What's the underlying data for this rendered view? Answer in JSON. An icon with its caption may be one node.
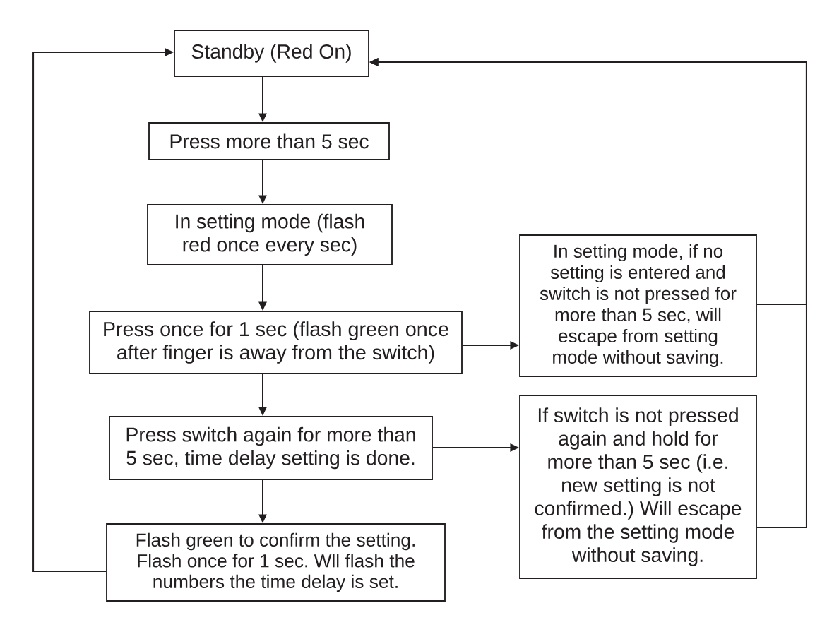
{
  "diagram": {
    "nodes": [
      {
        "text": [
          "Standby (Red On)"
        ]
      },
      {
        "text": [
          "Press more than 5 sec"
        ]
      },
      {
        "text": [
          "In setting mode (flash red once every sec)"
        ]
      },
      {
        "text": [
          "Press once for 1 sec (flash green once after finger is away from the switch)"
        ]
      },
      {
        "text": [
          "Press switch again for more than 5 sec, time delay setting is done."
        ]
      },
      {
        "text": [
          "Flash green to confirm the setting. Flash once for 1 sec. Wll flash the numbers the time delay is set."
        ]
      },
      {
        "text": [
          "In setting mode, if no setting is entered and switch is not pressed for more than 5 sec, will escape from setting mode without saving."
        ]
      },
      {
        "text": [
          "If switch is not pressed again and hold for more than 5 sec (i.e. new setting is not confirmed.) Will escape from the setting mode without saving."
        ]
      }
    ],
    "edges": [
      {
        "from": 0,
        "to": 1,
        "arrow": "to"
      },
      {
        "from": 1,
        "to": 2,
        "arrow": "to"
      },
      {
        "from": 2,
        "to": 3,
        "arrow": "to"
      },
      {
        "from": 3,
        "to": 4,
        "arrow": "to"
      },
      {
        "from": 4,
        "to": 5,
        "arrow": "to"
      },
      {
        "from": 3,
        "to": 6,
        "arrow": "to"
      },
      {
        "from": 4,
        "to": 7,
        "arrow": "to"
      },
      {
        "from": 6,
        "to": 0,
        "arrow": "to"
      },
      {
        "from": 7,
        "to": 0,
        "arrow": "to"
      },
      {
        "from": 5,
        "to": 0,
        "arrow": "to"
      }
    ]
  }
}
